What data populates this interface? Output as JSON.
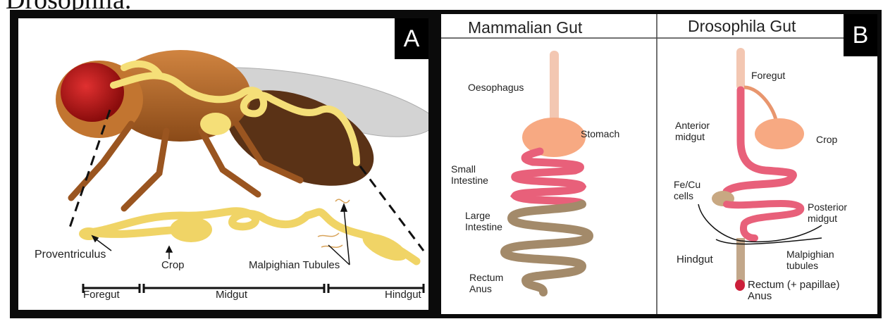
{
  "caption_fragment": "Drosophila.",
  "panel_a": {
    "badge": "A",
    "labels": {
      "proventriculus": "Proventriculus",
      "crop": "Crop",
      "malpighian": "Malpighian Tubules",
      "foregut": "Foregut",
      "midgut": "Midgut",
      "hindgut": "Hindgut"
    }
  },
  "panel_b": {
    "badge": "B",
    "mammalian": {
      "title": "Mammalian Gut",
      "oesophagus": "Oesophagus",
      "stomach": "Stomach",
      "small_intestine_1": "Small",
      "small_intestine_2": "Intestine",
      "large_intestine_1": "Large",
      "large_intestine_2": "Intestine",
      "rectum": "Rectum",
      "anus": "Anus"
    },
    "drosophila": {
      "title": "Drosophila Gut",
      "foregut": "Foregut",
      "anterior_1": "Anterior",
      "anterior_2": "midgut",
      "crop": "Crop",
      "fecu_1": "Fe/Cu",
      "fecu_2": "cells",
      "posterior_1": "Posterior",
      "posterior_2": "midgut",
      "malpighian_1": "Malpighian",
      "malpighian_2": "tubules",
      "hindgut": "Hindgut",
      "rectum": "Rectum (+ papillae)",
      "anus": "Anus"
    }
  },
  "colors": {
    "fly_body": "#b5651d",
    "fly_eye": "#c01818",
    "gut_yellow": "#f5df78",
    "mammal_pink": "#e8607a",
    "mammal_brown": "#a38a6a",
    "stomach": "#f7a982"
  }
}
